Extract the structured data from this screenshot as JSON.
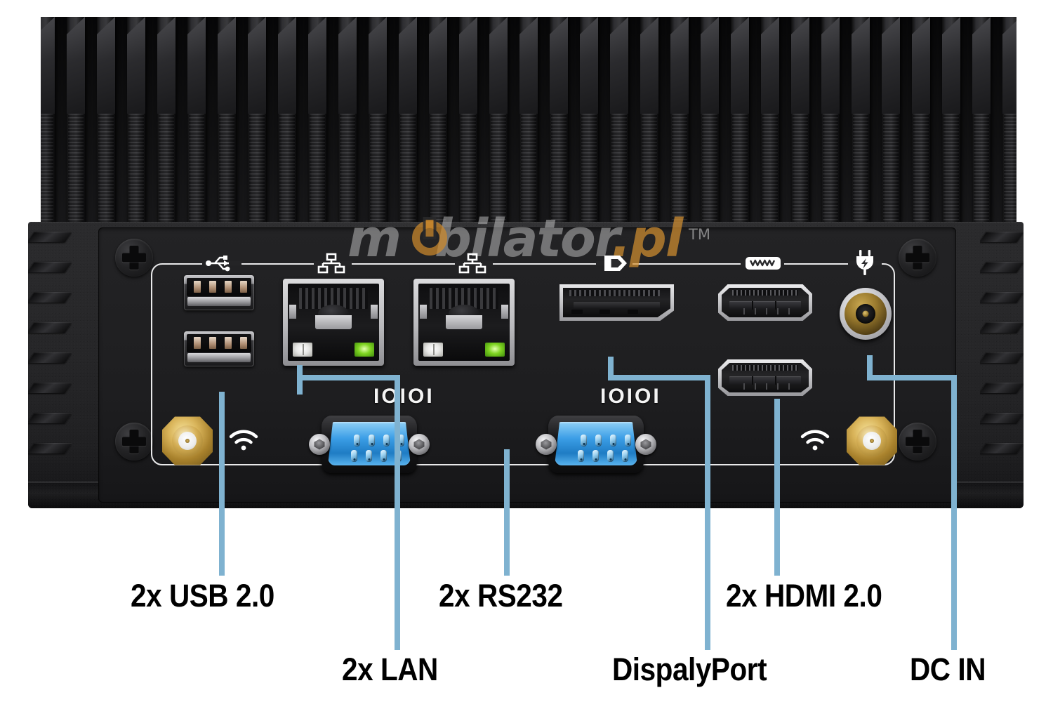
{
  "product": {
    "type": "fanless-mini-pc-rear-io-panel",
    "watermark": {
      "brand": "m",
      "brand_mid": "bilator",
      "brand_tld": ".pl",
      "trademark": "TM"
    }
  },
  "port_markings": {
    "serial_left": "IOIOI",
    "serial_right": "IOIOI"
  },
  "icons": {
    "usb": "usb-trident-icon",
    "lan_left": "ethernet-network-icon",
    "lan_right": "ethernet-network-icon",
    "displayport": "displayport-icon",
    "hdmi": "hdmi-connector-icon",
    "power": "power-plug-icon",
    "wifi_left": "wifi-signal-icon",
    "wifi_right": "wifi-signal-icon"
  },
  "callouts": [
    {
      "id": "usb",
      "label": "2x USB 2.0"
    },
    {
      "id": "lan",
      "label": "2x LAN"
    },
    {
      "id": "rs232",
      "label": "2x RS232"
    },
    {
      "id": "dp",
      "label": "DispalyPort"
    },
    {
      "id": "hdmi",
      "label": "2x HDMI 2.0"
    },
    {
      "id": "dcin",
      "label": "DC IN"
    }
  ],
  "colors": {
    "callout_line": "#7fb2d0",
    "label_text": "#000000",
    "chassis": "#26262a",
    "serial_connector": "#3b9ee6",
    "lan_led_active": "#7ed321",
    "antenna_gold": "#d9b45a",
    "background": "#ffffff"
  }
}
